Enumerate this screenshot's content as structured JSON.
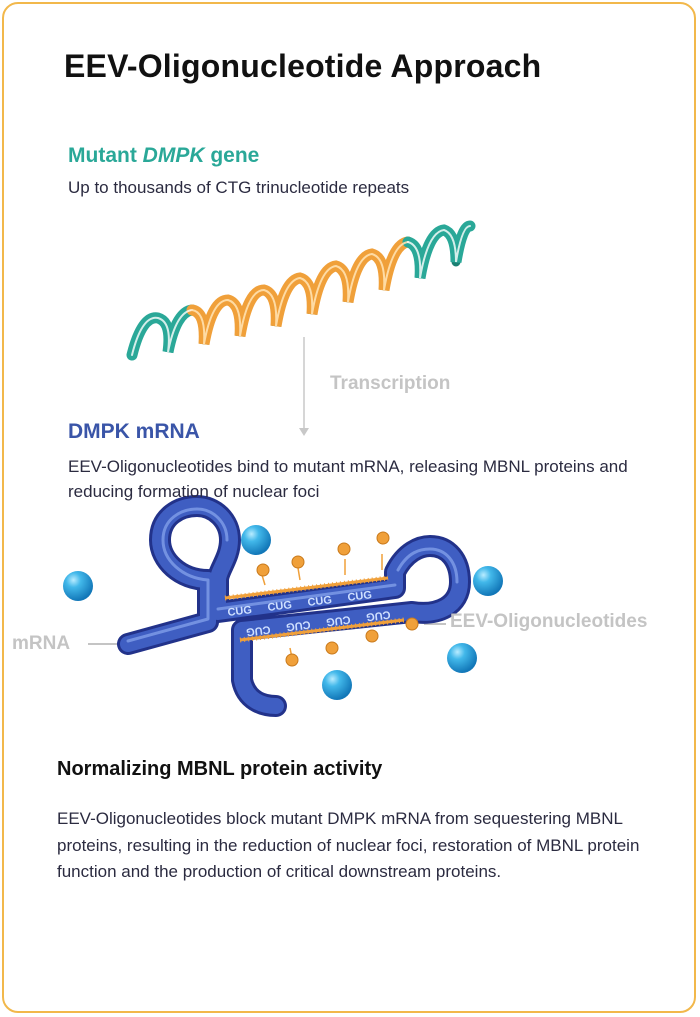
{
  "title": "EEV-Oligonucleotide Approach",
  "gene": {
    "heading_prefix": "Mutant ",
    "heading_gene": "DMPK",
    "heading_suffix": " gene",
    "description": "Up to thousands of CTG trinucleotide repeats"
  },
  "transcription_label": "Transcription",
  "mrna": {
    "heading": "DMPK mRNA",
    "description": "EEV-Oligonucleotides bind to mutant mRNA, releasing MBNL proteins and reducing formation of nuclear foci"
  },
  "diagram": {
    "mrna_label": "mRNA",
    "oligo_label": "EEV-Oligonucleotides",
    "top_repeats": [
      "CUG",
      "CUG",
      "CUG",
      "CUG"
    ],
    "bottom_repeats": [
      "CUG",
      "CUG",
      "CUG",
      "CUG"
    ]
  },
  "normalizing": {
    "heading": "Normalizing MBNL protein activity",
    "description": "EEV-Oligonucleotides block mutant DMPK mRNA from sequestering MBNL proteins, resulting in the reduction of nuclear foci, restoration of MBNL protein function and the production of critical downstream proteins."
  },
  "colors": {
    "border": "#f2b84b",
    "teal": "#2aa898",
    "orange": "#f0a03a",
    "navy": "#3a55a8",
    "sphere": "#2ea6dc",
    "label_grey": "#c4c4c4"
  },
  "icons": {
    "dna": "dna-double-helix-icon",
    "mrna": "mrna-hairpin-icon",
    "protein": "mbnl-protein-sphere-icon",
    "oligo": "oligonucleotide-icon"
  }
}
